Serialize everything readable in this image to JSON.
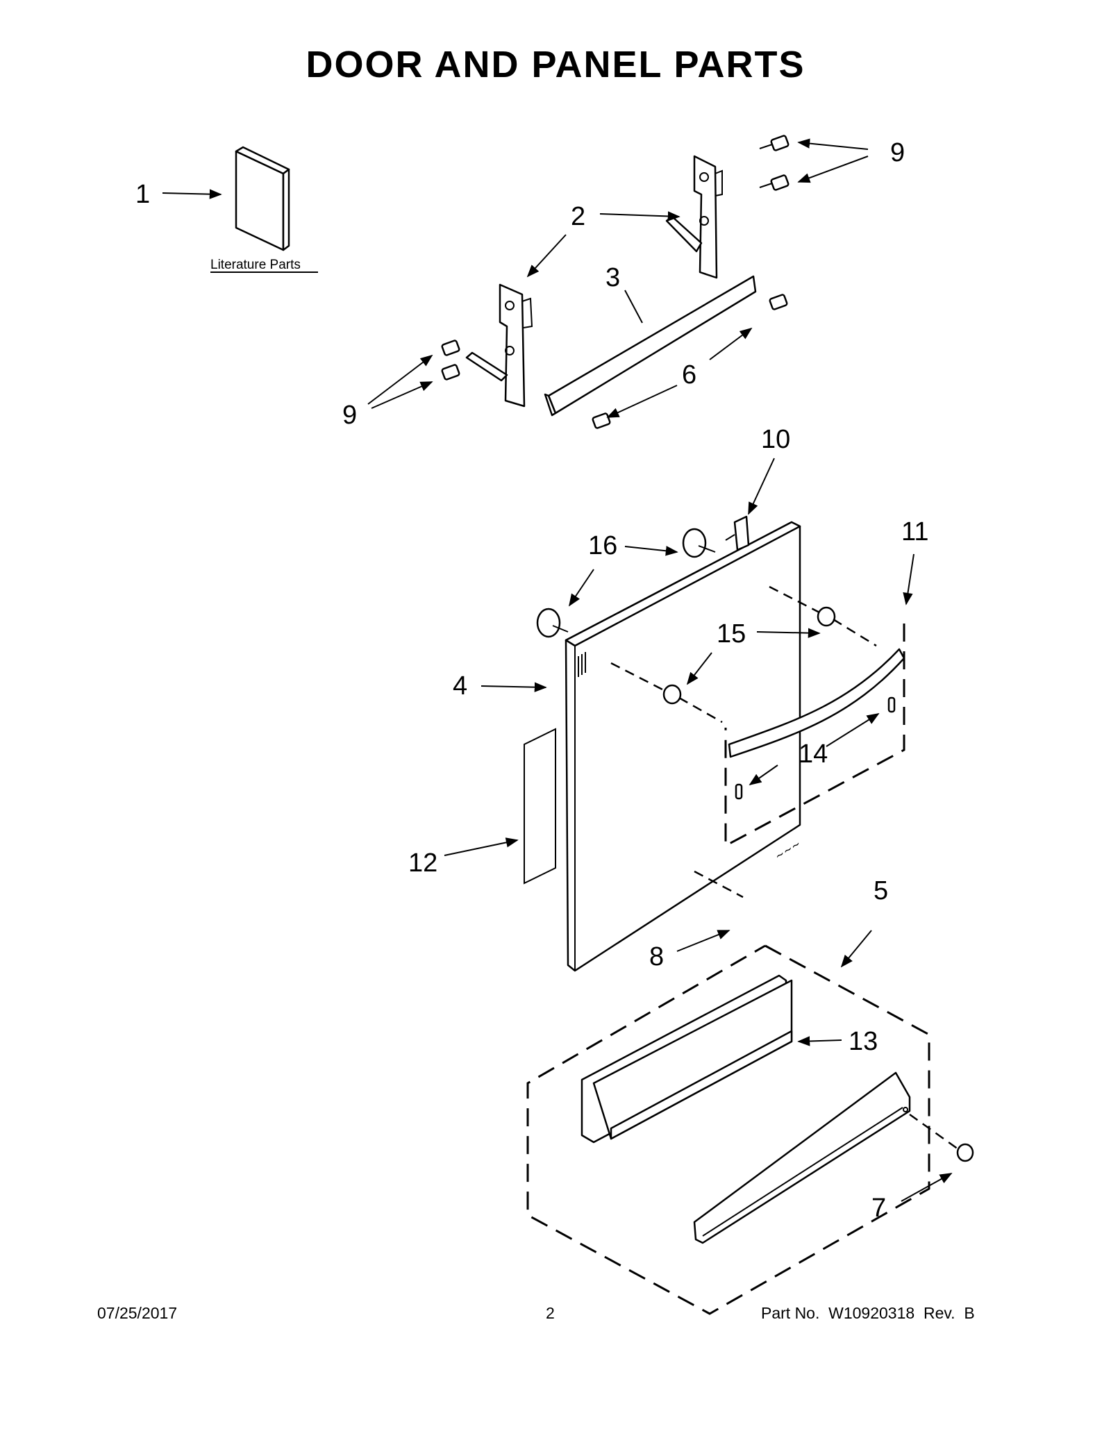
{
  "title": "DOOR AND PANEL PARTS",
  "literature_label": "Literature Parts",
  "callouts": {
    "c1": "1",
    "c2": "2",
    "c3": "3",
    "c4": "4",
    "c5": "5",
    "c6": "6",
    "c7": "7",
    "c8": "8",
    "c9a": "9",
    "c9b": "9",
    "c10": "10",
    "c11": "11",
    "c12": "12",
    "c13": "13",
    "c14": "14",
    "c15": "15",
    "c16": "16"
  },
  "footer": {
    "date": "07/25/2017",
    "page": "2",
    "part_no": "Part No.  W10920318  Rev.  B"
  }
}
